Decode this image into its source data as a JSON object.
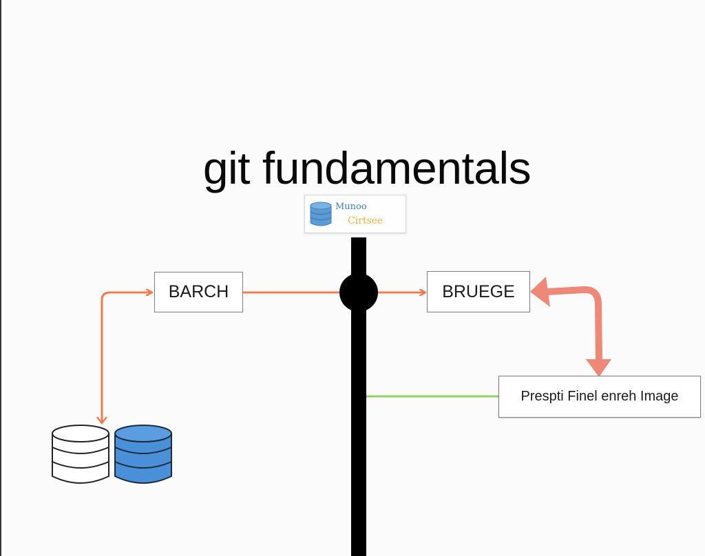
{
  "title": "git fundamentals",
  "logo": {
    "line1": "Munoo",
    "line2": "Cirtsee",
    "icon": "database-icon",
    "colors": {
      "icon": "#5b9bd5",
      "line1": "#3a7fc3",
      "line2": "#e6b53a"
    }
  },
  "nodes": {
    "branch": "BARCH",
    "merge": "BRUEGE",
    "image": "Prespti Finel enreh Image"
  },
  "icons": {
    "repo_local": "database-outline-icon",
    "repo_remote": "database-filled-icon"
  },
  "colors": {
    "connector": "#f07c50",
    "big_arrow": "#ee8877",
    "green_line": "#8fd165",
    "main_line": "#000000",
    "db_filled": "#4a90d9"
  }
}
